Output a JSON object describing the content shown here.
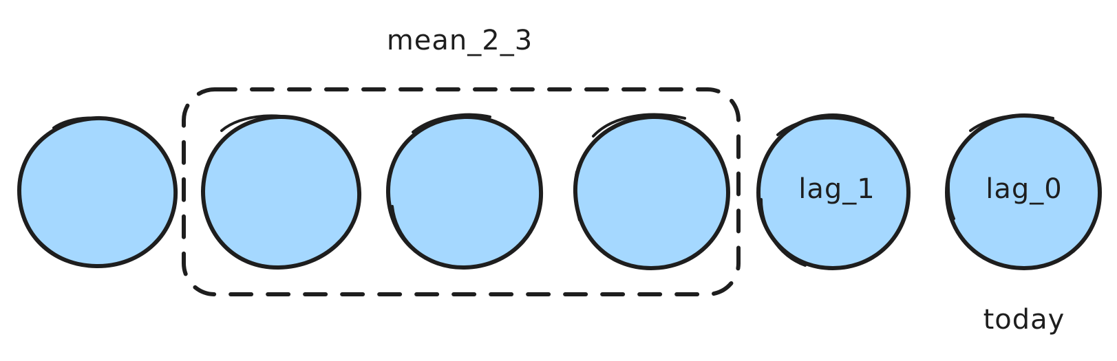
{
  "diagram": {
    "group_label": "mean_2_3",
    "nodes": [
      {
        "id": "node-1",
        "label": ""
      },
      {
        "id": "node-2",
        "label": ""
      },
      {
        "id": "node-3",
        "label": ""
      },
      {
        "id": "node-4",
        "label": ""
      },
      {
        "id": "node-5",
        "label": "lag_1"
      },
      {
        "id": "node-6",
        "label": "lag_0"
      }
    ],
    "today_label": "today"
  },
  "colors": {
    "circle_fill": "#a5d8ff",
    "stroke": "#1e1e1e",
    "background": "#ffffff"
  }
}
